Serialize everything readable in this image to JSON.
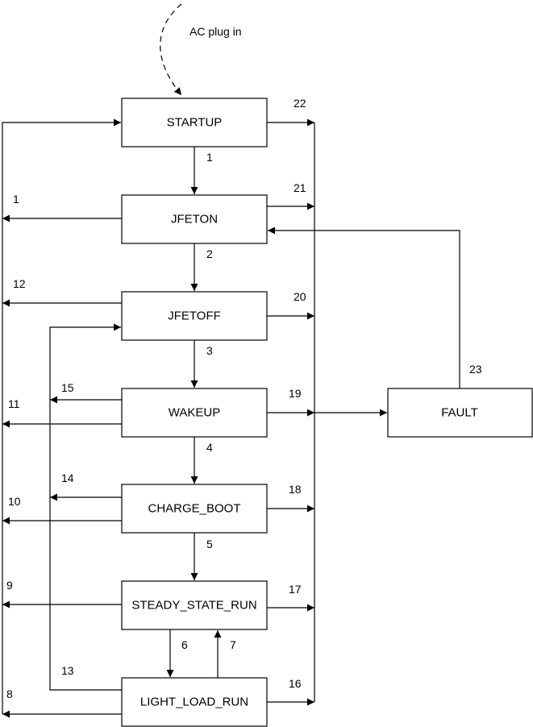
{
  "annotation": "AC plug in",
  "states": {
    "startup": "STARTUP",
    "jfeton": "JFETON",
    "jfetoff": "JFETOFF",
    "wakeup": "WAKEUP",
    "charge_boot": "CHARGE_BOOT",
    "steady_state_run": "STEADY_STATE_RUN",
    "light_load_run": "LIGHT_LOAD_RUN",
    "fault": "FAULT"
  },
  "transitions": {
    "t1_center": "1",
    "t2": "2",
    "t3": "3",
    "t4": "4",
    "t5": "5",
    "t6": "6",
    "t7": "7",
    "t1_left": "1",
    "t12": "12",
    "t11": "11",
    "t10": "10",
    "t9": "9",
    "t8": "8",
    "t15": "15",
    "t14": "14",
    "t13": "13",
    "t22": "22",
    "t21": "21",
    "t20": "20",
    "t19": "19",
    "t18": "18",
    "t17": "17",
    "t16": "16",
    "t23": "23"
  }
}
